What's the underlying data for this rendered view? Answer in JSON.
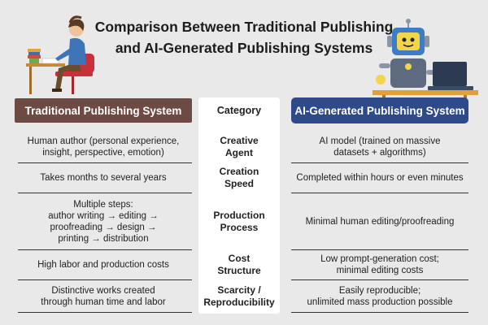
{
  "title": {
    "line1": "Comparison Between Traditional Publishing",
    "line2": "and AI-Generated Publishing Systems"
  },
  "headers": {
    "left": "Traditional Publishing System",
    "category": "Category",
    "right": "AI-Generated Publishing System"
  },
  "rows": [
    {
      "category": "Creative\nAgent",
      "traditional": "Human author (personal experience,\ninsight, perspective, emotion)",
      "ai": "AI model (trained on massive\ndatasets + algorithms)"
    },
    {
      "category": "Creation\nSpeed",
      "traditional": "Takes months to several years",
      "ai": "Completed within hours or even minutes"
    },
    {
      "category": "Production\nProcess",
      "traditional": "Multiple steps:\nauthor writing → editing →\nproofreading → design →\nprinting → distribution",
      "ai": "Minimal human editing/proofreading"
    },
    {
      "category": "Cost\nStructure",
      "traditional": "High labor and production costs",
      "ai": "Low prompt-generation cost;\nminimal editing costs"
    },
    {
      "category": "Scarcity /\nReproducibility",
      "traditional": "Distinctive works created\nthrough human time and labor",
      "ai": "Easily reproducible;\nunlimited mass production possible"
    }
  ],
  "colors": {
    "left_header": "#6e4a44",
    "right_header": "#2f4a8a",
    "background": "#e9e9e9"
  },
  "illustrations": {
    "left": "person-writing-at-desk",
    "right": "robot-with-laptop"
  }
}
